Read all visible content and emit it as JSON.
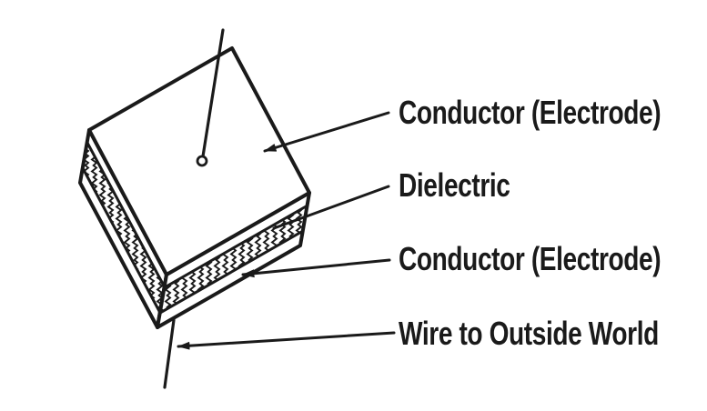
{
  "colors": {
    "ink": "#1a1a1a",
    "paper": "#ffffff"
  },
  "figure": {
    "kind": "capacitor-construction-diagram",
    "labels": [
      {
        "text": "Conductor (Electrode)"
      },
      {
        "text": "Dielectric"
      },
      {
        "text": "Conductor (Electrode)"
      },
      {
        "text": "Wire to Outside World"
      }
    ]
  }
}
